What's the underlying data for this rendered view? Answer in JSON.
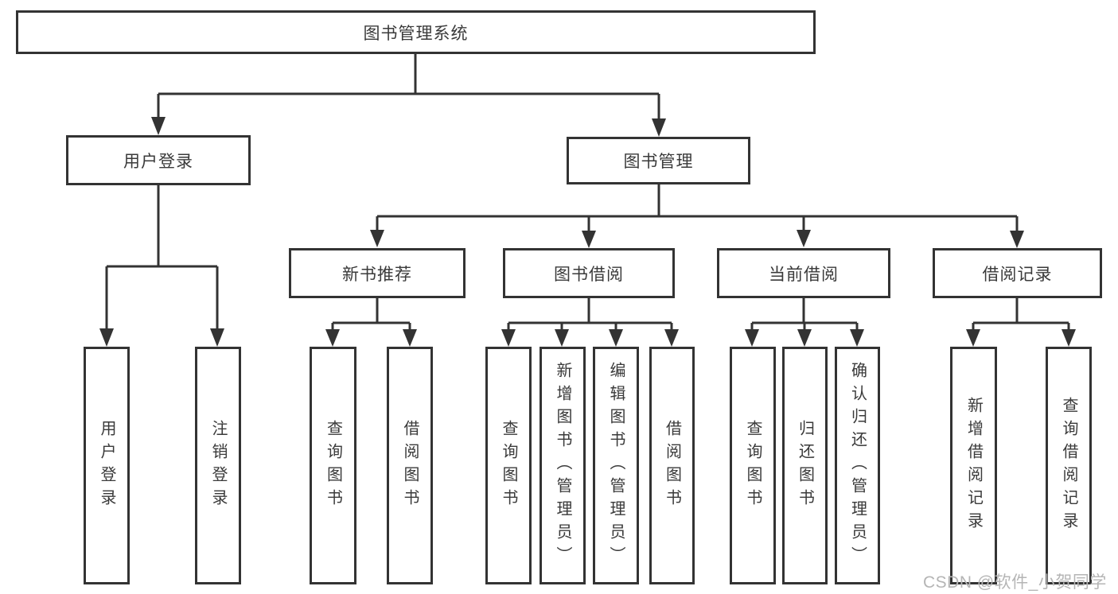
{
  "diagram_title": "图书管理系统",
  "nodes": {
    "root": {
      "label": "图书管理系统",
      "level": 1
    },
    "user_login": {
      "label": "用户登录",
      "level": 2
    },
    "book_mgmt": {
      "label": "图书管理",
      "level": 2
    },
    "new_book_rec": {
      "label": "新书推荐",
      "level": 3
    },
    "book_borrow": {
      "label": "图书借阅",
      "level": 3
    },
    "current_borrow": {
      "label": "当前借阅",
      "level": 3
    },
    "borrow_record": {
      "label": "借阅记录",
      "level": 3
    },
    "leaf_user_login": {
      "label": "用户登录",
      "level": 4
    },
    "leaf_logout": {
      "label": "注销登录",
      "level": 4
    },
    "leaf_query_book_a": {
      "label": "查询图书",
      "level": 4
    },
    "leaf_borrow_book_a": {
      "label": "借阅图书",
      "level": 4
    },
    "leaf_query_book_b": {
      "label": "查询图书",
      "level": 4
    },
    "leaf_add_book": {
      "label": "新增图书（管理员）",
      "level": 4
    },
    "leaf_edit_book": {
      "label": "编辑图书（管理员）",
      "level": 4
    },
    "leaf_borrow_book_b": {
      "label": "借阅图书",
      "level": 4
    },
    "leaf_query_book_c": {
      "label": "查询图书",
      "level": 4
    },
    "leaf_return_book": {
      "label": "归还图书",
      "level": 4
    },
    "leaf_confirm_return": {
      "label": "确认归还（管理员）",
      "level": 4
    },
    "leaf_add_record": {
      "label": "新增借阅记录",
      "level": 4
    },
    "leaf_query_record": {
      "label": "查询借阅记录",
      "level": 4
    }
  },
  "edges": [
    {
      "from": "图书管理系统",
      "to": [
        "用户登录",
        "图书管理"
      ]
    },
    {
      "from": "用户登录",
      "to": [
        "用户登录",
        "注销登录"
      ]
    },
    {
      "from": "图书管理",
      "to": [
        "新书推荐",
        "图书借阅",
        "当前借阅",
        "借阅记录"
      ]
    },
    {
      "from": "新书推荐",
      "to": [
        "查询图书",
        "借阅图书"
      ]
    },
    {
      "from": "图书借阅",
      "to": [
        "查询图书",
        "新增图书（管理员）",
        "编辑图书（管理员）",
        "借阅图书"
      ]
    },
    {
      "from": "当前借阅",
      "to": [
        "查询图书",
        "归还图书",
        "确认归还（管理员）"
      ]
    },
    {
      "from": "借阅记录",
      "to": [
        "新增借阅记录",
        "查询借阅记录"
      ]
    }
  ],
  "watermark": {
    "text": "CSDN @软件_小贺同学"
  },
  "colors": {
    "line": "#333333",
    "box_border": "#333333",
    "text": "#3a3a3a",
    "watermark": "#b5b5b5",
    "background": "#ffffff"
  }
}
